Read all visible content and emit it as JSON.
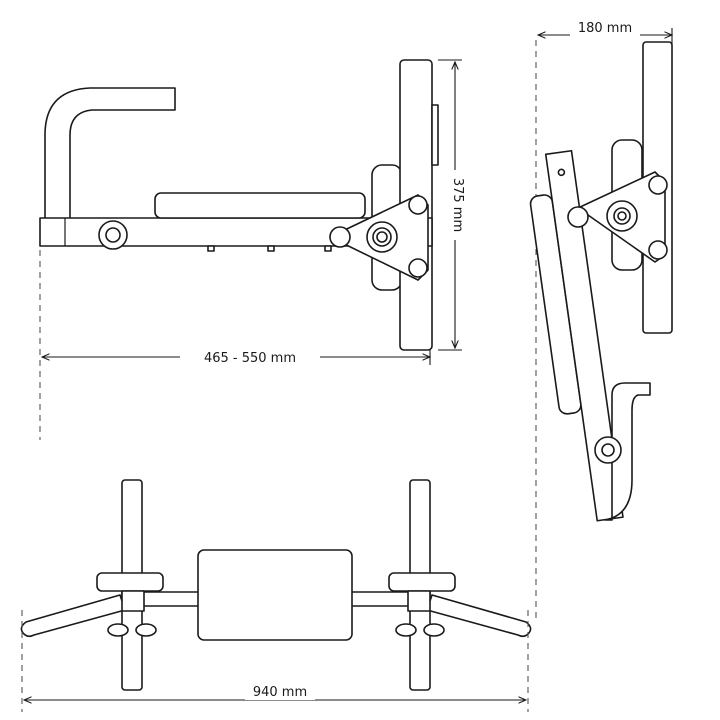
{
  "dimensions": {
    "side_length": "465 - 550 mm",
    "side_height": "375 mm",
    "folded_depth": "180 mm",
    "front_width": "940 mm"
  },
  "colors": {
    "line": "#1a1a1a",
    "background": "#ffffff"
  }
}
